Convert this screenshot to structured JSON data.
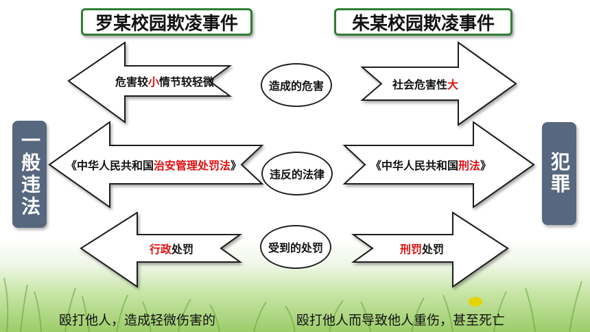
{
  "titles": {
    "left": "罗某校园欺凌事件",
    "right": "朱某校园欺凌事件"
  },
  "side_tags": {
    "left": "一般违法",
    "right": "犯罪"
  },
  "rows": [
    {
      "center": "造成的危害",
      "left": [
        {
          "text": "危害较",
          "red": false
        },
        {
          "text": "小",
          "red": true
        },
        {
          "text": "情节较轻微",
          "red": false
        }
      ],
      "right": [
        {
          "text": "社会危害性",
          "red": false
        },
        {
          "text": "大",
          "red": true
        }
      ]
    },
    {
      "center": "违反的法律",
      "left": [
        {
          "text": "《中华人民共和国",
          "red": false
        },
        {
          "text": "治安管理处罚法",
          "red": true
        },
        {
          "text": "》",
          "red": false
        }
      ],
      "right": [
        {
          "text": "《中华人民共和国",
          "red": false
        },
        {
          "text": "刑法",
          "red": true
        },
        {
          "text": "》",
          "red": false
        }
      ]
    },
    {
      "center": "受到的处罚",
      "left": [
        {
          "text": "行政",
          "red": true
        },
        {
          "text": "处罚",
          "red": false
        }
      ],
      "right": [
        {
          "text": "刑罚",
          "red": true
        },
        {
          "text": "处罚",
          "red": false
        }
      ]
    }
  ],
  "bottom": {
    "left": "殴打他人，造成轻微伤害的",
    "right": "殴打他人而导致他人重伤，甚至死亡"
  },
  "colors": {
    "title_border": "#2e7d32",
    "side_tag_bg": "#56677f",
    "highlight_red": "#e01010",
    "arrow_stroke": "#1a1a1a"
  }
}
